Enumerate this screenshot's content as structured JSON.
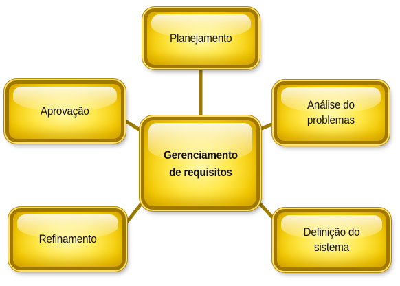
{
  "diagram": {
    "center": {
      "label": "Gerenciamento\nde requisitos"
    },
    "nodes": {
      "planejamento": {
        "label": "Planejamento"
      },
      "aprovacao": {
        "label": "Aprovação"
      },
      "analise": {
        "label": "Análise do\nproblemas"
      },
      "refinamento": {
        "label": "Refinamento"
      },
      "definicao": {
        "label": "Definição do\nsistema"
      }
    },
    "connections": [
      [
        "center",
        "planejamento"
      ],
      [
        "center",
        "aprovacao"
      ],
      [
        "center",
        "analise"
      ],
      [
        "center",
        "refinamento"
      ],
      [
        "center",
        "definicao"
      ]
    ],
    "colors": {
      "node_fill": "#ffe84a",
      "node_border": "#a07800",
      "connector": "#9c7a00",
      "text": "#111111"
    }
  }
}
